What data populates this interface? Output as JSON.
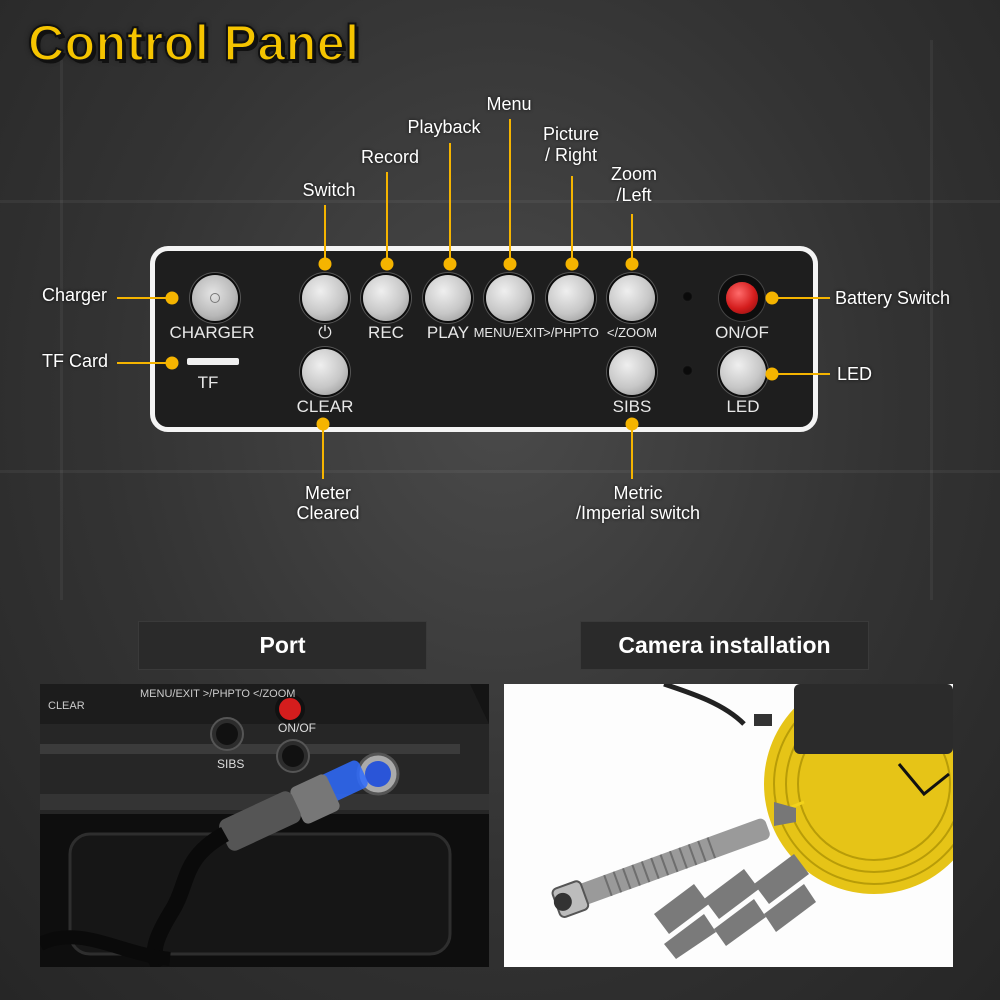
{
  "title": "Control Panel",
  "panel": {
    "charger_label": "CHARGER",
    "tf_label": "TF",
    "power_symbol": "⏻",
    "rec_label": "REC",
    "play_label": "PLAY",
    "menu_label": "MENU/EXIT",
    "photo_label": ">/PHPTO",
    "zoom_label": "</ZOOM",
    "onof_label": "ON/OF",
    "clear_label": "CLEAR",
    "sibs_label": "SIBS",
    "led_label": "LED"
  },
  "annotations": {
    "charger": "Charger",
    "tf_card": "TF Card",
    "switch": "Switch",
    "record": "Record",
    "playback": "Playback",
    "menu": "Menu",
    "picture_1": "Picture",
    "picture_2": "/ Right",
    "zoom_1": "Zoom",
    "zoom_2": "/Left",
    "battery_switch": "Battery Switch",
    "led": "LED",
    "meter_1": "Meter",
    "meter_2": "Cleared",
    "metric_1": "Metric",
    "metric_2": "/Imperial switch"
  },
  "sections": {
    "port": "Port",
    "camera": "Camera installation"
  },
  "port_photo": {
    "clear": "CLEAR",
    "menu_exit": "MENU/EXIT >/PHPTO </ZOOM",
    "onof": "ON/OF",
    "sibs": "SIBS"
  },
  "colors": {
    "accent": "#f5b400",
    "title": "#f5c400",
    "cable": "#f2d21a"
  }
}
